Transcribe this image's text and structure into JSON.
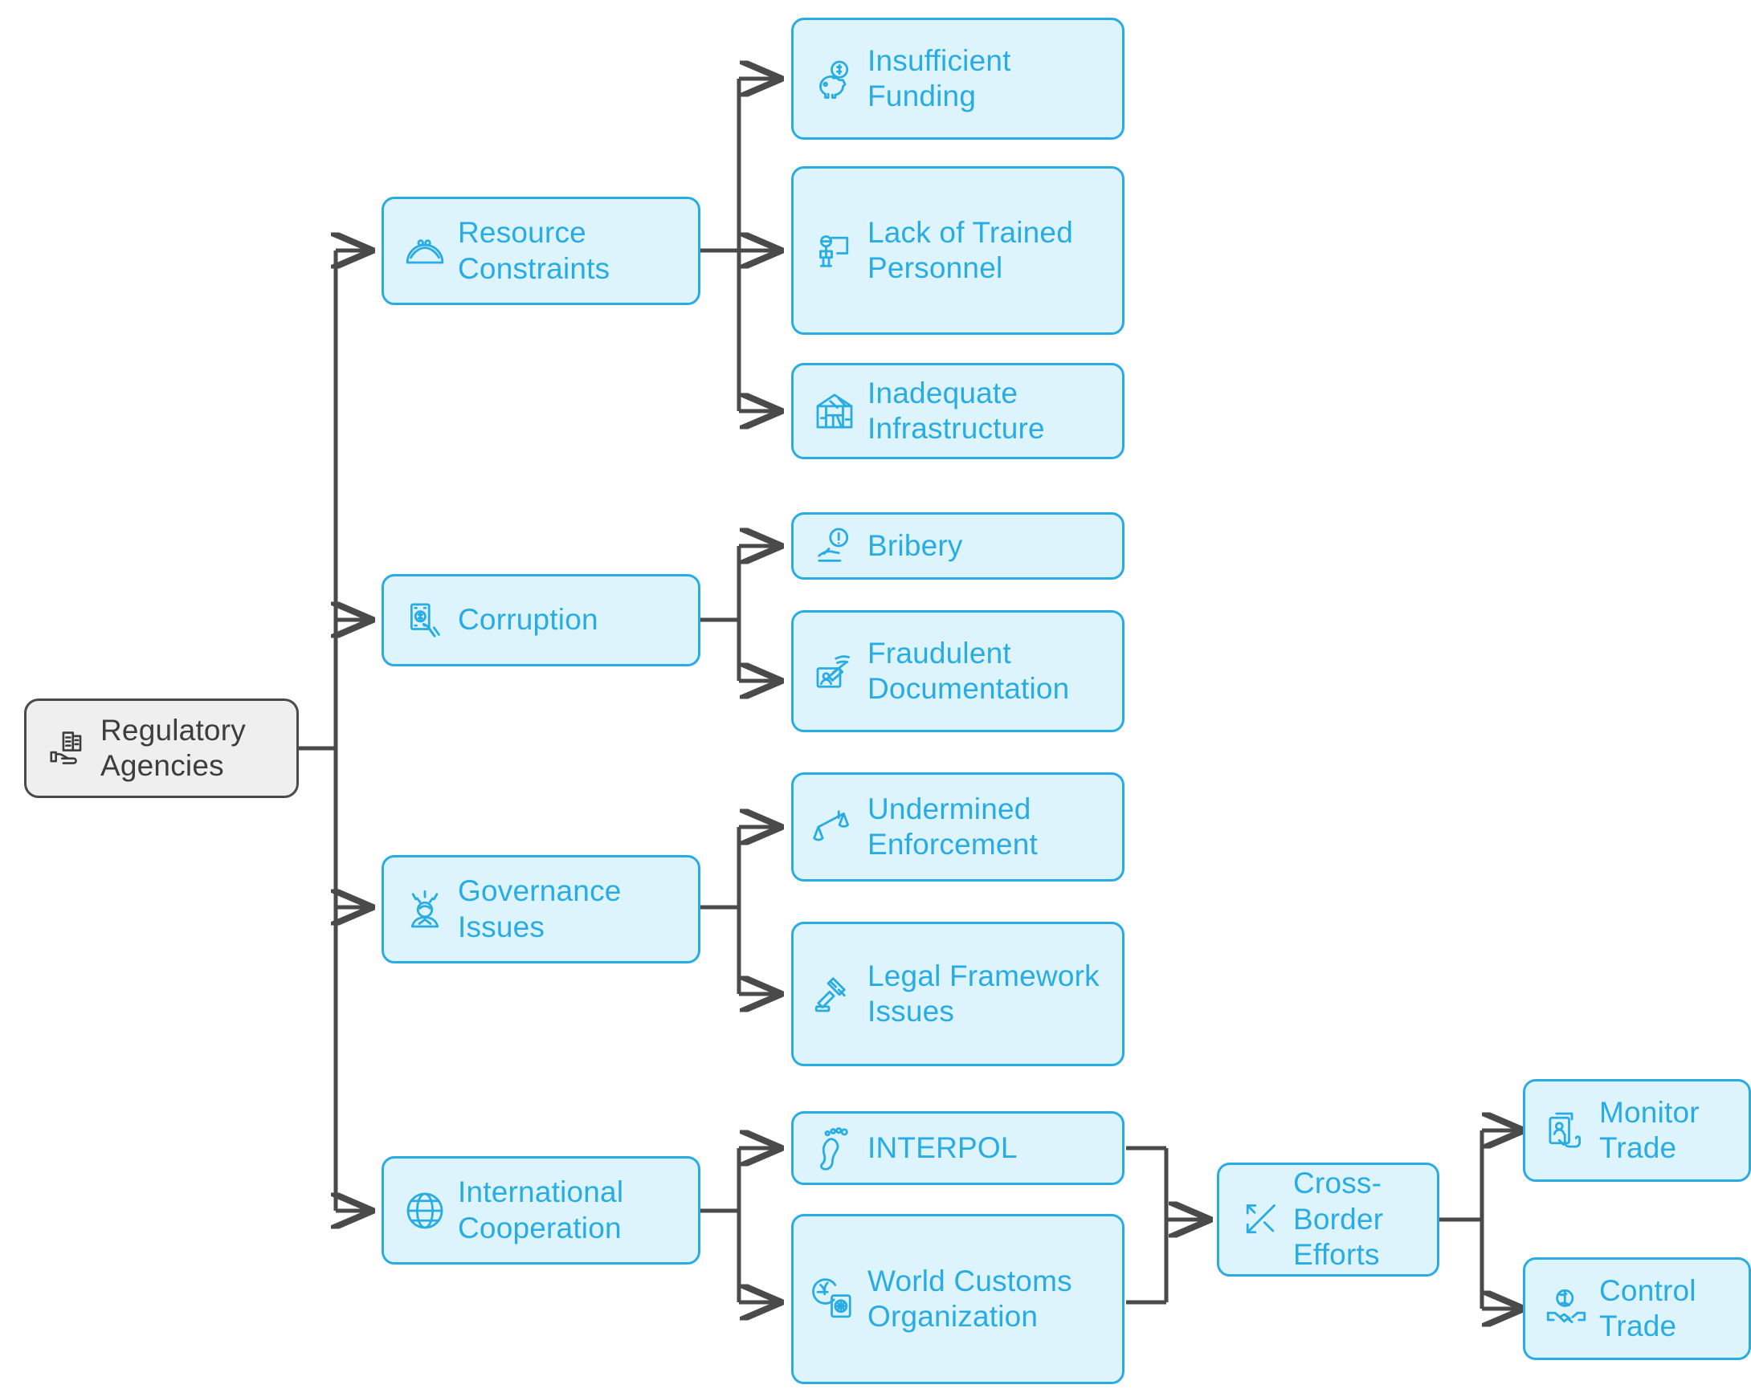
{
  "diagram": {
    "title": "Regulatory Agencies challenges and international cooperation flowchart",
    "colors": {
      "node_fill": "#ddf4fd",
      "node_border": "#29ace3",
      "node_text": "#29ace3",
      "root_fill": "#efefef",
      "root_border": "#4a4a4a",
      "root_text": "#3d3d3d",
      "edge": "#4a4a4a",
      "background": "#ffffff"
    },
    "root": {
      "id": "regulatory-agencies",
      "label": "Regulatory Agencies",
      "icon": "hand-holding-buildings-icon"
    },
    "branches": [
      {
        "id": "resource-constraints",
        "label": "Resource Constraints",
        "icon": "coin-purse-icon",
        "children": [
          {
            "id": "insufficient-funding",
            "label": "Insufficient Funding",
            "icon": "piggy-bank-icon"
          },
          {
            "id": "lack-of-trained-personnel",
            "label": "Lack of Trained Personnel",
            "icon": "presenter-whiteboard-icon"
          },
          {
            "id": "inadequate-infrastructure",
            "label": "Inadequate Infrastructure",
            "icon": "damaged-building-icon"
          }
        ]
      },
      {
        "id": "corruption",
        "label": "Corruption",
        "icon": "hand-holding-banknote-icon",
        "children": [
          {
            "id": "bribery",
            "label": "Bribery",
            "icon": "hand-passing-coin-icon"
          },
          {
            "id": "fraudulent-documentation",
            "label": "Fraudulent Documentation",
            "icon": "forged-document-icon"
          }
        ]
      },
      {
        "id": "governance-issues",
        "label": "Governance Issues",
        "icon": "stressed-person-icon",
        "children": [
          {
            "id": "undermined-enforcement",
            "label": "Undermined Enforcement",
            "icon": "unbalanced-scales-icon"
          },
          {
            "id": "legal-framework-issues",
            "label": "Legal Framework Issues",
            "icon": "gavel-icon"
          }
        ]
      },
      {
        "id": "international-cooperation",
        "label": "International Cooperation",
        "icon": "globe-grid-icon",
        "children": [
          {
            "id": "interpol",
            "label": "INTERPOL",
            "icon": "footprint-icon"
          },
          {
            "id": "world-customs-organization",
            "label": "World Customs Organization",
            "icon": "globe-passport-icon"
          }
        ]
      }
    ],
    "downstream": {
      "cross_border": {
        "id": "cross-border-efforts",
        "label": "Cross-Border Efforts",
        "icon": "crossing-arrows-icon"
      },
      "outcomes": [
        {
          "id": "monitor-trade",
          "label": "Monitor Trade",
          "icon": "document-inspect-icon"
        },
        {
          "id": "control-trade",
          "label": "Control Trade",
          "icon": "handshake-globe-icon"
        }
      ]
    },
    "edges": [
      {
        "from": "regulatory-agencies",
        "to": "resource-constraints"
      },
      {
        "from": "regulatory-agencies",
        "to": "corruption"
      },
      {
        "from": "regulatory-agencies",
        "to": "governance-issues"
      },
      {
        "from": "regulatory-agencies",
        "to": "international-cooperation"
      },
      {
        "from": "resource-constraints",
        "to": "insufficient-funding"
      },
      {
        "from": "resource-constraints",
        "to": "lack-of-trained-personnel"
      },
      {
        "from": "resource-constraints",
        "to": "inadequate-infrastructure"
      },
      {
        "from": "corruption",
        "to": "bribery"
      },
      {
        "from": "corruption",
        "to": "fraudulent-documentation"
      },
      {
        "from": "governance-issues",
        "to": "undermined-enforcement"
      },
      {
        "from": "governance-issues",
        "to": "legal-framework-issues"
      },
      {
        "from": "international-cooperation",
        "to": "interpol"
      },
      {
        "from": "international-cooperation",
        "to": "world-customs-organization"
      },
      {
        "from": "interpol",
        "to": "cross-border-efforts"
      },
      {
        "from": "world-customs-organization",
        "to": "cross-border-efforts"
      },
      {
        "from": "cross-border-efforts",
        "to": "monitor-trade"
      },
      {
        "from": "cross-border-efforts",
        "to": "control-trade"
      }
    ]
  }
}
